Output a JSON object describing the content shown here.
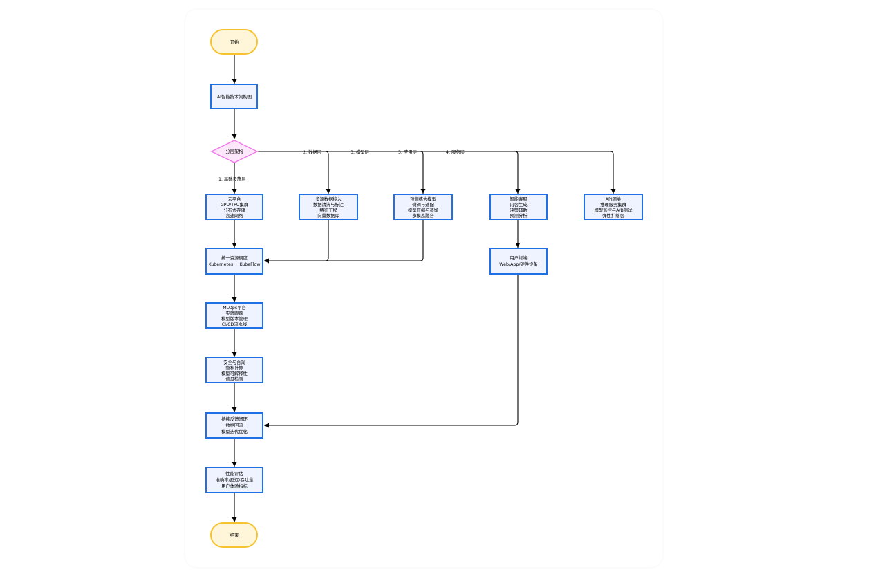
{
  "diagram": {
    "nodes": {
      "start": [
        "开始"
      ],
      "arch": [
        "AI智能技术架构图"
      ],
      "split": [
        "分层架构"
      ],
      "infra": [
        "云平台",
        "GPU/TPU集群",
        "分布式存储",
        "高速网络"
      ],
      "data": [
        "多源数据接入",
        "数据清洗与标注",
        "特征工程",
        "向量数据库"
      ],
      "model": [
        "预训练大模型",
        "微调与适配",
        "模型压缩与蒸馏",
        "多模态融合"
      ],
      "app": [
        "智能客服",
        "内容生成",
        "决策辅助",
        "预测分析"
      ],
      "service": [
        "API网关",
        "推理服务集群",
        "模型监控与A/B测试",
        "弹性扩缩容"
      ],
      "schedule": [
        "统一资源调度",
        "Kubernetes + KubeFlow"
      ],
      "terminal": [
        "用户终端",
        "Web/App/硬件设备"
      ],
      "mlops": [
        "MLOps平台",
        "实验跟踪",
        "模型版本管理",
        "CI/CD流水线"
      ],
      "security": [
        "安全与合规",
        "隐私计算",
        "模型可解释性",
        "偏见检测"
      ],
      "feedback": [
        "持续反馈闭环",
        "数据回流",
        "模型迭代优化"
      ],
      "eval": [
        "性能评估",
        "准确率/延迟/吞吐量",
        "用户体验指标"
      ],
      "end": [
        "结束"
      ]
    },
    "edge_labels": {
      "infra": "1. 基础设施层",
      "data": "2. 数据层",
      "model": "3. 模型层",
      "app": "5. 应用层",
      "service": "4. 服务层"
    }
  },
  "colors": {
    "box_stroke": "#1f6fe5",
    "box_fill": "#eef3ff",
    "terminal_stroke": "#f5c230",
    "terminal_fill": "#fff6d9",
    "decision_stroke": "#f07ae8",
    "decision_fill": "#fde8fb"
  }
}
